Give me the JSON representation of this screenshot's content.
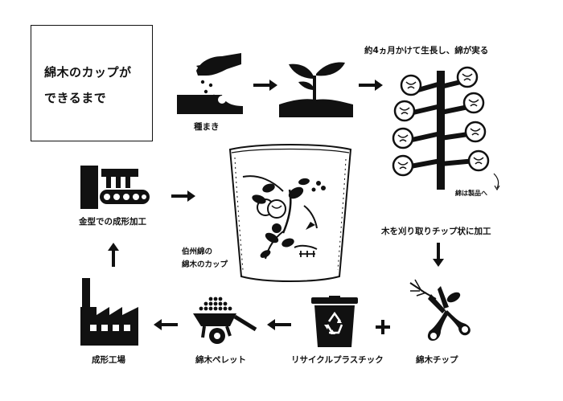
{
  "title": {
    "line1": "綿木のカップが",
    "line2": "できるまで"
  },
  "steps": {
    "sowing": "種まき",
    "growth": "約4ヵ月かけて生長し、綿が実る",
    "cotton_note": "綿は製品へ",
    "chipping": "木を刈り取りチップ状に加工",
    "chips": "綿木チップ",
    "recycled_plastic": "リサイクルプラスチック",
    "pellets": "綿木ペレット",
    "factory": "成形工場",
    "molding": "金型での成形加工",
    "cup_line1": "伯州綿の",
    "cup_line2": "綿木のカップ"
  },
  "colors": {
    "ink": "#111111",
    "background": "#ffffff"
  },
  "icons": [
    "sowing-hand-icon",
    "sprout-icon",
    "cotton-plant-icon",
    "shears-icon",
    "recycle-bin-icon",
    "wheelbarrow-pellets-icon",
    "factory-icon",
    "conveyor-molding-icon",
    "arrow-right-icon",
    "arrow-down-icon",
    "arrow-left-icon",
    "arrow-up-icon",
    "plus-icon"
  ]
}
